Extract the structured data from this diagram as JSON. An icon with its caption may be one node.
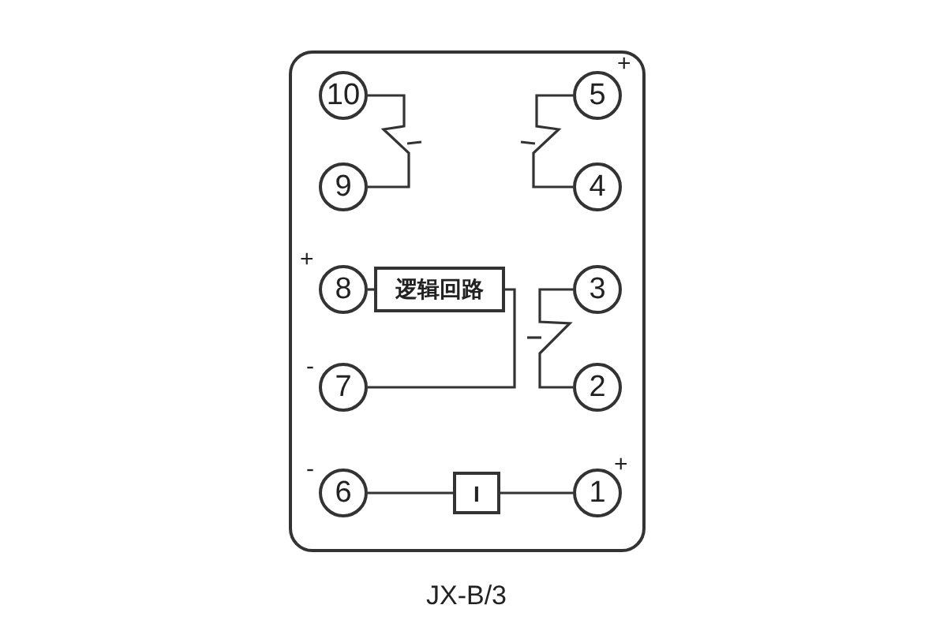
{
  "diagram": {
    "title": "JX-B/3",
    "nodes": [
      {
        "text": [
          "10"
        ]
      },
      {
        "text": [
          "5"
        ]
      },
      {
        "text": [
          "9"
        ]
      },
      {
        "text": [
          "4"
        ]
      },
      {
        "text": [
          "8"
        ]
      },
      {
        "text": [
          "逻辑回路"
        ]
      },
      {
        "text": [
          "3"
        ]
      },
      {
        "text": [
          "7"
        ]
      },
      {
        "text": [
          "2"
        ]
      },
      {
        "text": [
          "6"
        ]
      },
      {
        "text": [
          "I"
        ]
      },
      {
        "text": [
          "1"
        ]
      }
    ],
    "edges": [
      {
        "from": 0,
        "to": 2,
        "arrow": "none"
      },
      {
        "from": 1,
        "to": 3,
        "arrow": "none"
      },
      {
        "from": 4,
        "to": 5,
        "arrow": "none"
      },
      {
        "from": 5,
        "to": 7,
        "arrow": "none"
      },
      {
        "from": 6,
        "to": 8,
        "arrow": "none"
      },
      {
        "from": 9,
        "to": 10,
        "arrow": "none"
      },
      {
        "from": 10,
        "to": 11,
        "arrow": "none"
      }
    ],
    "labels": [
      "+",
      "+",
      "-",
      "-",
      "+"
    ]
  }
}
